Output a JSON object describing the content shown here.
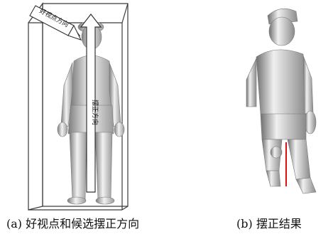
{
  "figure": {
    "panel_a": {
      "caption": "(a) 好视点和候选摆正方向",
      "good_viewpoint_label": "好视点方向",
      "upright_direction_label": "摆正方向"
    },
    "panel_b": {
      "caption": "(b) 摆正结果"
    }
  }
}
